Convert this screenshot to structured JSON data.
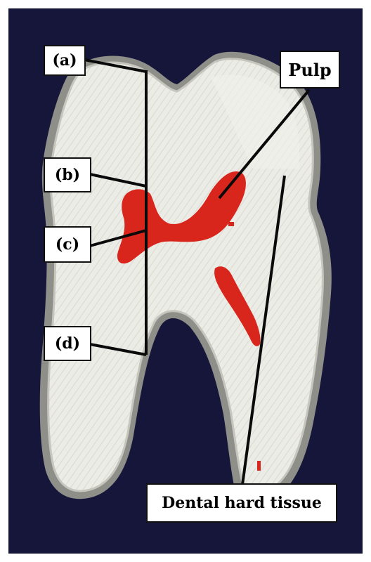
{
  "labels": {
    "a": "(a)",
    "b": "(b)",
    "c": "(c)",
    "d": "(d)",
    "pulp": "Pulp",
    "dental_hard_tissue": "Dental hard tissue"
  },
  "colors": {
    "background": "#15163a",
    "tooth": "#ecece6",
    "tooth_edge": "#c6c6be",
    "pulp": "#d8261c",
    "leader_line": "#0a0a0a",
    "label_border": "#111111"
  }
}
